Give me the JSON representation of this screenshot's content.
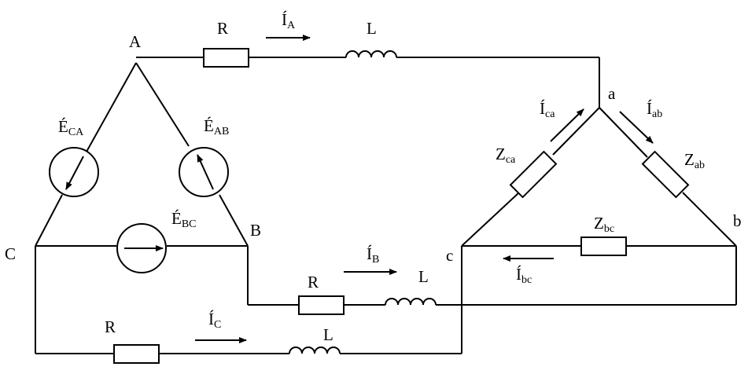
{
  "nodes": {
    "A": "A",
    "B": "B",
    "C": "C",
    "a": "a",
    "b": "b",
    "c": "c"
  },
  "elements": {
    "resistor": "R",
    "inductor": "L",
    "impedance_main": "Z",
    "impedance_ca_sub": "ca",
    "impedance_ab_sub": "ab",
    "impedance_bc_sub": "bc"
  },
  "sources": {
    "e_main": "É",
    "e_ca_sub": "CA",
    "e_ab_sub": "AB",
    "e_bc_sub": "BC"
  },
  "currents": {
    "i_main": "Í",
    "i_a_sub": "A",
    "i_b_sub": "B",
    "i_c_sub": "C",
    "i_ca_sub": "ca",
    "i_ab_sub": "ab",
    "i_bc_sub": "bc"
  }
}
